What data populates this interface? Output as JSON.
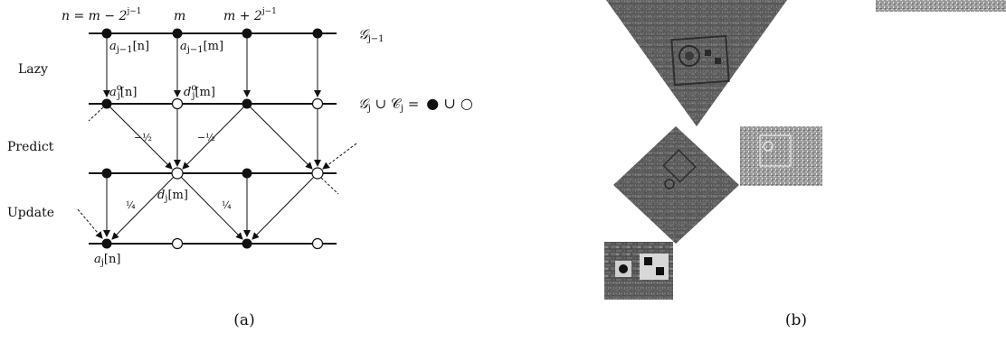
{
  "panel_a": {
    "caption": "(a)",
    "top_labels": {
      "left": "n = m − 2",
      "left_exp": "j−1",
      "mid": "m",
      "right": "m + 2",
      "right_exp": "j−1"
    },
    "stage_labels": {
      "lazy": "Lazy",
      "predict": "Predict",
      "update": "Update"
    },
    "row_labels": {
      "g_prev": "𝒢",
      "g_prev_sub": "j−1",
      "union_g": "𝒢",
      "union_g_sub": "j",
      "union_op": " ∪ 𝒞",
      "union_c_sub": "j",
      "union_eq": " =",
      "union_legend": "● ∪ ○"
    },
    "node_labels": {
      "a_prev_n": "a",
      "a_prev_n_sub": "j−1",
      "a_prev_n_arg": "[n]",
      "a_prev_m": "a",
      "a_prev_m_sub": "j−1",
      "a_prev_m_arg": "[m]",
      "a_odd_n": "a",
      "a_odd_n_sup": "o",
      "a_odd_n_sub": "j",
      "a_odd_n_arg": "[n]",
      "d_odd_m": "d",
      "d_odd_m_sup": "o",
      "d_odd_m_sub": "j",
      "d_odd_m_arg": "[m]",
      "d_m": "d",
      "d_m_sub": "j",
      "d_m_arg": "[m]",
      "a_n": "a",
      "a_n_sub": "j",
      "a_n_arg": "[n]"
    },
    "weights": {
      "predict_left": "−½",
      "predict_right": "−½",
      "update_left": "¼",
      "update_right": "¼"
    }
  },
  "panel_b": {
    "caption": "(b)"
  }
}
